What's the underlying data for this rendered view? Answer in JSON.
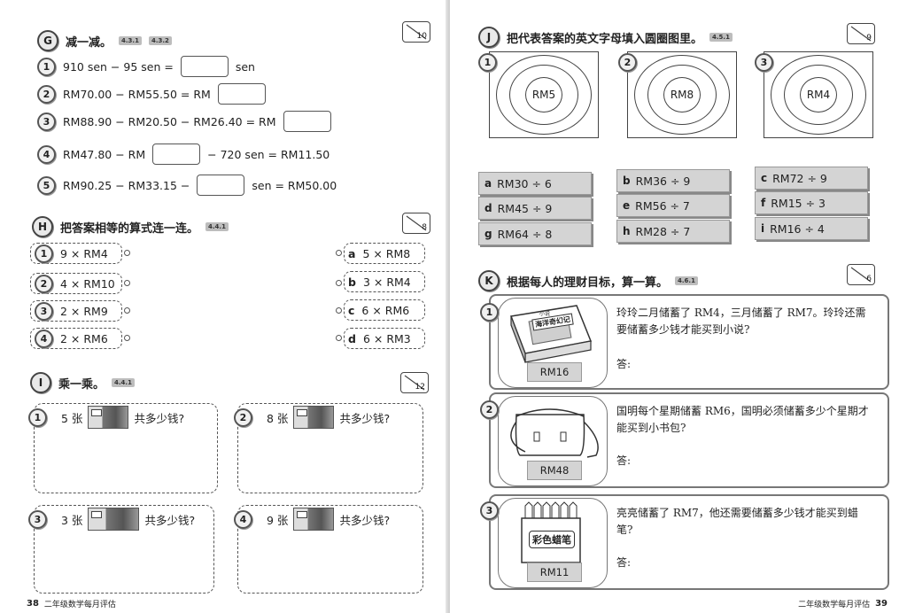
{
  "left": {
    "G": {
      "letter": "G",
      "title": "减一减。",
      "tags": [
        "4.3.1",
        "4.3.2"
      ],
      "score": "10",
      "items": [
        {
          "n": "1",
          "pre": "910 sen − 95 sen =",
          "post": "sen"
        },
        {
          "n": "2",
          "pre": "RM70.00 − RM55.50 = RM",
          "post": ""
        },
        {
          "n": "3",
          "pre": "RM88.90 − RM20.50 − RM26.40 = RM",
          "post": ""
        },
        {
          "n": "4",
          "pre": "RM47.80 − RM",
          "post": "− 720 sen = RM11.50"
        },
        {
          "n": "5",
          "pre": "RM90.25 − RM33.15 −",
          "post": "sen = RM50.00"
        }
      ]
    },
    "H": {
      "letter": "H",
      "title": "把答案相等的算式连一连。",
      "tag": "4.4.1",
      "score": "8",
      "left_items": [
        {
          "n": "1",
          "text": "9 × RM4"
        },
        {
          "n": "2",
          "text": "4 × RM10"
        },
        {
          "n": "3",
          "text": "2 × RM9"
        },
        {
          "n": "4",
          "text": "2 × RM6"
        }
      ],
      "right_items": [
        {
          "l": "a",
          "text": "5 × RM8"
        },
        {
          "l": "b",
          "text": "3 × RM4"
        },
        {
          "l": "c",
          "text": "6 × RM6"
        },
        {
          "l": "d",
          "text": "6 × RM3"
        }
      ]
    },
    "I": {
      "letter": "I",
      "title": "乘一乘。",
      "tag": "4.4.1",
      "score": "12",
      "items": [
        {
          "n": "1",
          "count": "5 张",
          "ask": "共多少钱?"
        },
        {
          "n": "2",
          "count": "8 张",
          "ask": "共多少钱?"
        },
        {
          "n": "3",
          "count": "3 张",
          "ask": "共多少钱?"
        },
        {
          "n": "4",
          "count": "9 张",
          "ask": "共多少钱?"
        }
      ]
    },
    "footer": {
      "page": "38",
      "title": "二年级数学每月评估"
    }
  },
  "right": {
    "J": {
      "letter": "J",
      "title": "把代表答案的英文字母填入圆圈图里。",
      "tag": "4.5.1",
      "score": "9",
      "targets": [
        {
          "n": "1",
          "value": "RM5"
        },
        {
          "n": "2",
          "value": "RM8"
        },
        {
          "n": "3",
          "value": "RM4"
        }
      ],
      "options": [
        [
          {
            "l": "a",
            "text": "RM30 ÷ 6"
          },
          {
            "l": "b",
            "text": "RM36 ÷ 9"
          },
          {
            "l": "c",
            "text": "RM72 ÷ 9"
          }
        ],
        [
          {
            "l": "d",
            "text": "RM45 ÷ 9"
          },
          {
            "l": "e",
            "text": "RM56 ÷ 7"
          },
          {
            "l": "f",
            "text": "RM15 ÷ 3"
          }
        ],
        [
          {
            "l": "g",
            "text": "RM64 ÷ 8"
          },
          {
            "l": "h",
            "text": "RM28 ÷ 7"
          },
          {
            "l": "i",
            "text": "RM16 ÷ 4"
          }
        ]
      ]
    },
    "K": {
      "letter": "K",
      "title": "根据每人的理财目标，算一算。",
      "tag": "4.6.1",
      "score": "6",
      "items": [
        {
          "n": "1",
          "price": "RM16",
          "book_title": "海洋奇幻记",
          "book_top": "小说",
          "text": "玲玲二月储蓄了 RM4，三月储蓄了 RM7。玲玲还需要储蓄多少钱才能买到小说?",
          "answer": "答:"
        },
        {
          "n": "2",
          "price": "RM48",
          "text": "国明每个星期储蓄 RM6，国明必须储蓄多少个星期才能买到小书包?",
          "answer": "答:"
        },
        {
          "n": "3",
          "price": "RM11",
          "crayon_label": "彩色蜡笔",
          "text": "亮亮储蓄了 RM7，他还需要储蓄多少钱才能买到蜡笔?",
          "answer": "答:"
        }
      ]
    },
    "footer": {
      "page": "39",
      "title": "二年级数学每月评估"
    }
  }
}
